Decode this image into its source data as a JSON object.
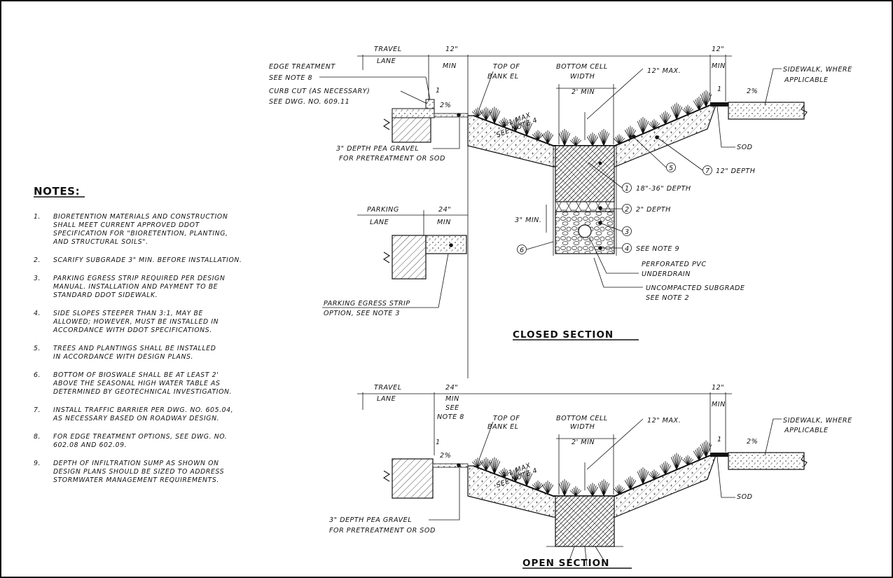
{
  "notes": {
    "heading": "NOTES:",
    "items": [
      [
        "1.",
        "BIORETENTION MATERIALS AND CONSTRUCTION",
        "SHALL MEET CURRENT APPROVED DDOT",
        "SPECIFICATION FOR \"BIORETENTION, PLANTING,",
        "AND STRUCTURAL SOILS\"."
      ],
      [
        "2.",
        "SCARIFY SUBGRADE 3\" MIN. BEFORE INSTALLATION."
      ],
      [
        "3.",
        "PARKING EGRESS STRIP REQUIRED PER DESIGN",
        "MANUAL.  INSTALLATION AND PAYMENT TO BE",
        "STANDARD DDOT SIDEWALK."
      ],
      [
        "4.",
        "SIDE SLOPES STEEPER THAN 3:1, MAY BE",
        "ALLOWED; HOWEVER, MUST BE INSTALLED IN",
        "ACCORDANCE WITH DDOT SPECIFICATIONS."
      ],
      [
        "5.",
        "TREES AND PLANTINGS SHALL BE INSTALLED",
        "IN ACCORDANCE WITH DESIGN PLANS."
      ],
      [
        "6.",
        "BOTTOM OF BIOSWALE SHALL BE AT LEAST 2'",
        "ABOVE THE SEASONAL HIGH WATER TABLE AS",
        "DETERMINED BY GEOTECHNICAL INVESTIGATION."
      ],
      [
        "7.",
        "INSTALL TRAFFIC BARRIER PER DWG. NO. 605.04,",
        "AS NECESSARY BASED ON ROADWAY DESIGN."
      ],
      [
        "8.",
        "FOR EDGE TREATMENT OPTIONS, SEE DWG. NO.",
        "602.08 AND 602.09."
      ],
      [
        "9.",
        "DEPTH OF INFILTRATION SUMP AS SHOWN ON",
        "DESIGN PLANS SHOULD BE SIZED TO ADDRESS",
        "STORMWATER MANAGEMENT REQUIREMENTS."
      ]
    ]
  },
  "closed_section": {
    "title": "CLOSED  SECTION",
    "travel_lane": [
      "TRAVEL",
      "LANE"
    ],
    "dim_12_min": [
      "12\"",
      "MIN"
    ],
    "dim_12_min_right": [
      "12\"",
      "MIN"
    ],
    "edge_treatment": [
      "EDGE TREATMENT",
      "SEE NOTE 8"
    ],
    "curb_cut": [
      "CURB CUT (AS NECESSARY)",
      "SEE DWG. NO. 609.11"
    ],
    "top_of_bank": [
      "TOP OF",
      "BANK EL"
    ],
    "bottom_cell": [
      "BOTTOM CELL",
      "WIDTH"
    ],
    "two_min": "2' MIN",
    "twelve_max": "12\" MAX.",
    "sidewalk": [
      "SIDEWALK, WHERE",
      "APPLICABLE"
    ],
    "slope_left": "2%",
    "slope_right": "2%",
    "side_slope": [
      "3:1 MAX",
      "SEE NOTE 4"
    ],
    "slope_ratio_left": "1",
    "slope_ratio_right": "1",
    "pea_gravel": [
      "3\" DEPTH PEA GRAVEL",
      "FOR PRETREATMENT OR SOD"
    ],
    "sod": "SOD",
    "callout_5": "5",
    "callout_7": "7",
    "callout_7_text": "12\" DEPTH",
    "callout_1": "1",
    "callout_1_text": "18\"-36\" DEPTH",
    "callout_2": "2",
    "callout_2_text": "2\" DEPTH",
    "callout_3": "3",
    "callout_4": "4",
    "callout_4_text": "SEE NOTE 9",
    "callout_6": "6",
    "three_min": "3\" MIN.",
    "perforated": [
      "PERFORATED PVC",
      "UNDERDRAIN"
    ],
    "uncompacted": [
      "UNCOMPACTED SUBGRADE",
      "SEE NOTE 2"
    ],
    "parking_lane": [
      "PARKING",
      "LANE"
    ],
    "dim_24_min": [
      "24\"",
      "MIN"
    ],
    "parking_egress": [
      "PARKING EGRESS STRIP",
      "OPTION, SEE NOTE 3"
    ]
  },
  "open_section": {
    "title": "OPEN  SECTION",
    "travel_lane": [
      "TRAVEL",
      "LANE"
    ],
    "dim_24": [
      "24\"",
      "MIN",
      "SEE",
      "NOTE 8"
    ],
    "dim_12_min_right": [
      "12\"",
      "MIN"
    ],
    "top_of_bank": [
      "TOP OF",
      "BANK EL"
    ],
    "bottom_cell": [
      "BOTTOM CELL",
      "WIDTH"
    ],
    "two_min": "2' MIN",
    "twelve_max": "12\" MAX.",
    "sidewalk": [
      "SIDEWALK, WHERE",
      "APPLICABLE"
    ],
    "slope_left": "2%",
    "slope_right": "2%",
    "side_slope": [
      "3:1 MAX",
      "SEE NOTE 4"
    ],
    "slope_ratio_left": "1",
    "slope_ratio_right": "1",
    "pea_gravel": [
      "3\" DEPTH PEA GRAVEL",
      "FOR PRETREATMENT OR SOD"
    ],
    "sod": "SOD"
  }
}
